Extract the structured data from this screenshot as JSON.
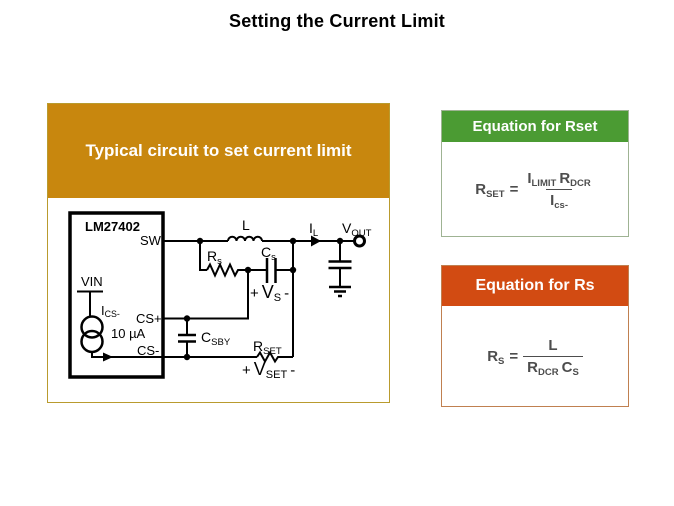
{
  "title": "Setting the Current Limit",
  "colors": {
    "gold_header": "#c8870e",
    "green_header": "#4b9b33",
    "orange_header": "#d24b12",
    "left_box_border": "#b99b2e",
    "green_box_border": "#9fb393",
    "orange_box_border": "#c08050",
    "equation_text": "#4d4d4d",
    "circuit_ink": "#000000"
  },
  "left_panel": {
    "header": "Typical circuit to set current limit"
  },
  "circuit": {
    "chip_label": "LM27402",
    "pin_sw": "SW",
    "pin_cs_plus": "CS+",
    "pin_cs_minus": "CS-",
    "vin_label": "VIN",
    "ics": {
      "main": "I",
      "sub": "CS-"
    },
    "ics_value": "10 µA",
    "inductor_label": "L",
    "rs": {
      "main": "R",
      "sub": "s"
    },
    "cs": {
      "main": "C",
      "sub": "s"
    },
    "csby": {
      "main": "C",
      "sub": "SBY"
    },
    "rset": {
      "main": "R",
      "sub": "SET"
    },
    "vs": {
      "plus": "+",
      "main": "V",
      "sub": "S",
      "minus": "-"
    },
    "vset": {
      "plus": "+",
      "main": "V",
      "sub": "SET",
      "minus": "-"
    },
    "il": {
      "main": "I",
      "sub": "L"
    },
    "vout": {
      "main": "V",
      "sub": "OUT"
    }
  },
  "eq_rset": {
    "header": "Equation for Rset",
    "lhs_main": "R",
    "lhs_sub": "SET",
    "equals": "=",
    "num_i_main": "I",
    "num_i_sub": "LIMIT",
    "num_r_main": "R",
    "num_r_sub": "DCR",
    "den_main": "I",
    "den_sub": "cs-"
  },
  "eq_rs": {
    "header": "Equation for Rs",
    "lhs_main": "R",
    "lhs_sub": "S",
    "equals": "=",
    "num": "L",
    "den_r_main": "R",
    "den_r_sub": "DCR",
    "den_c_main": "C",
    "den_c_sub": "S"
  }
}
